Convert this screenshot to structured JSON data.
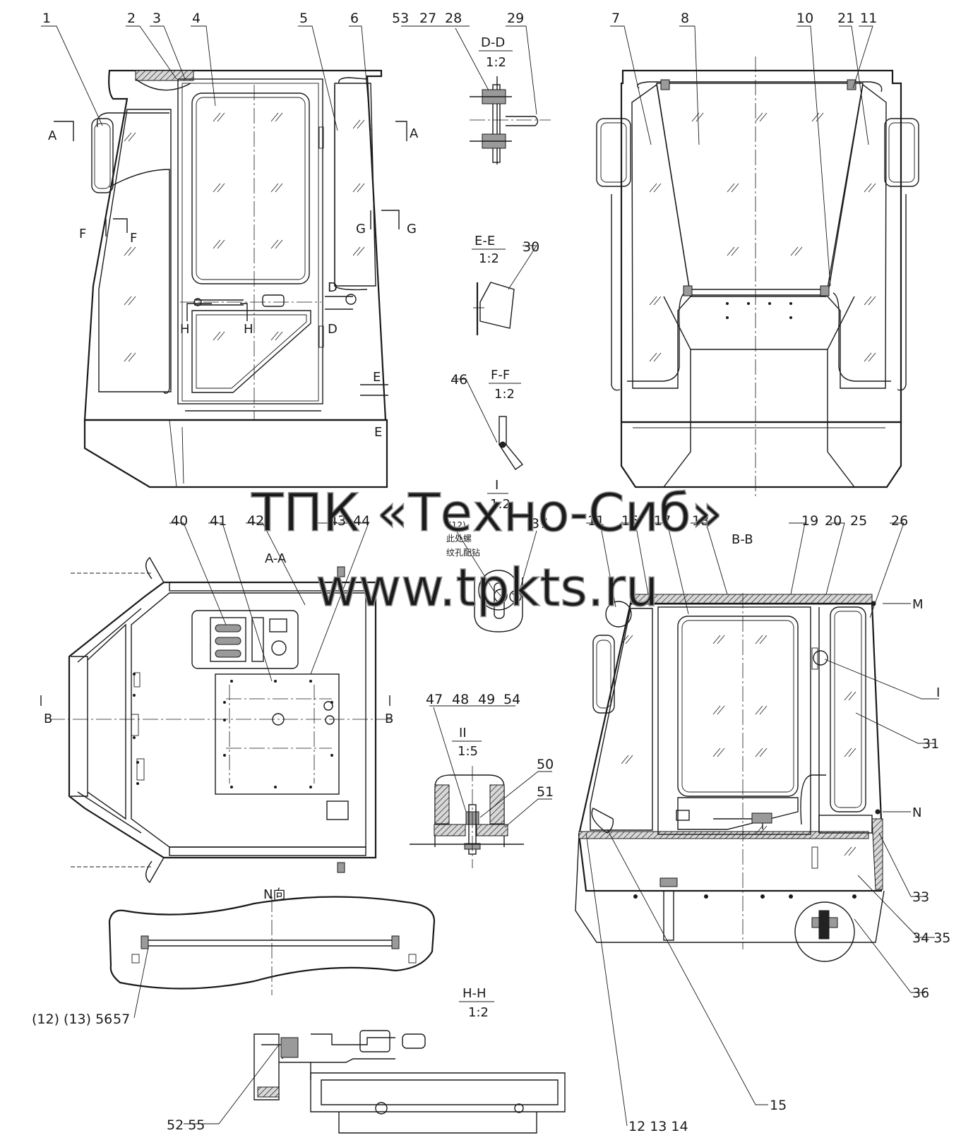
{
  "callouts": {
    "n1": "1",
    "n2": "2",
    "n3": "3",
    "n4": "4",
    "n5": "5",
    "n6": "6",
    "n7": "7",
    "n8": "8",
    "n10": "10",
    "n11": "11",
    "n15": "15",
    "n16": "16",
    "n17": "17",
    "n18": "18",
    "n19": "19",
    "n20": "20",
    "n21": "21",
    "n25": "25",
    "n26": "26",
    "n27": "27",
    "n28": "28",
    "n29": "29",
    "n30": "30",
    "n31": "31",
    "n33": "33",
    "n36": "36",
    "n37": "37",
    "n40": "40",
    "n41": "41",
    "n42": "42",
    "n43": "43",
    "n44": "44",
    "n46": "46",
    "n47": "47",
    "n48": "48",
    "n49": "49",
    "n50": "50",
    "n51": "51",
    "n53": "53",
    "n54": "54",
    "n57": "57",
    "n11b": "11",
    "n12_13_14": "12   13   14",
    "n34_35": "34   35",
    "n52_55": "52   55",
    "n12_13_56": "(12)  (13)  56",
    "n12p": "(12)",
    "roman1": "I",
    "letterM": "M",
    "letterN": "N"
  },
  "sections": {
    "dd_title": "D-D",
    "dd_scale": "1:2",
    "ee_title": "E-E",
    "ee_scale": "1:2",
    "ff_title": "F-F",
    "ff_scale": "1:2",
    "i_title": "I",
    "i_scale": "1:2",
    "ii_title": "II",
    "ii_scale": "1:5",
    "hh_title": "H-H",
    "hh_scale": "1:2",
    "aa_title": "A-A",
    "bb_title": "B-B",
    "n_view": "N向"
  },
  "markers": {
    "A": "A",
    "F": "F",
    "G": "G",
    "D": "D",
    "H": "H",
    "E": "E",
    "B": "B"
  },
  "notes": {
    "chinese_line1": "此处螺",
    "chinese_line2": "纹孔配钻"
  },
  "watermark": {
    "line1": "ТПК «Техно-Сиб»",
    "line2": "www.tpkts.ru"
  }
}
